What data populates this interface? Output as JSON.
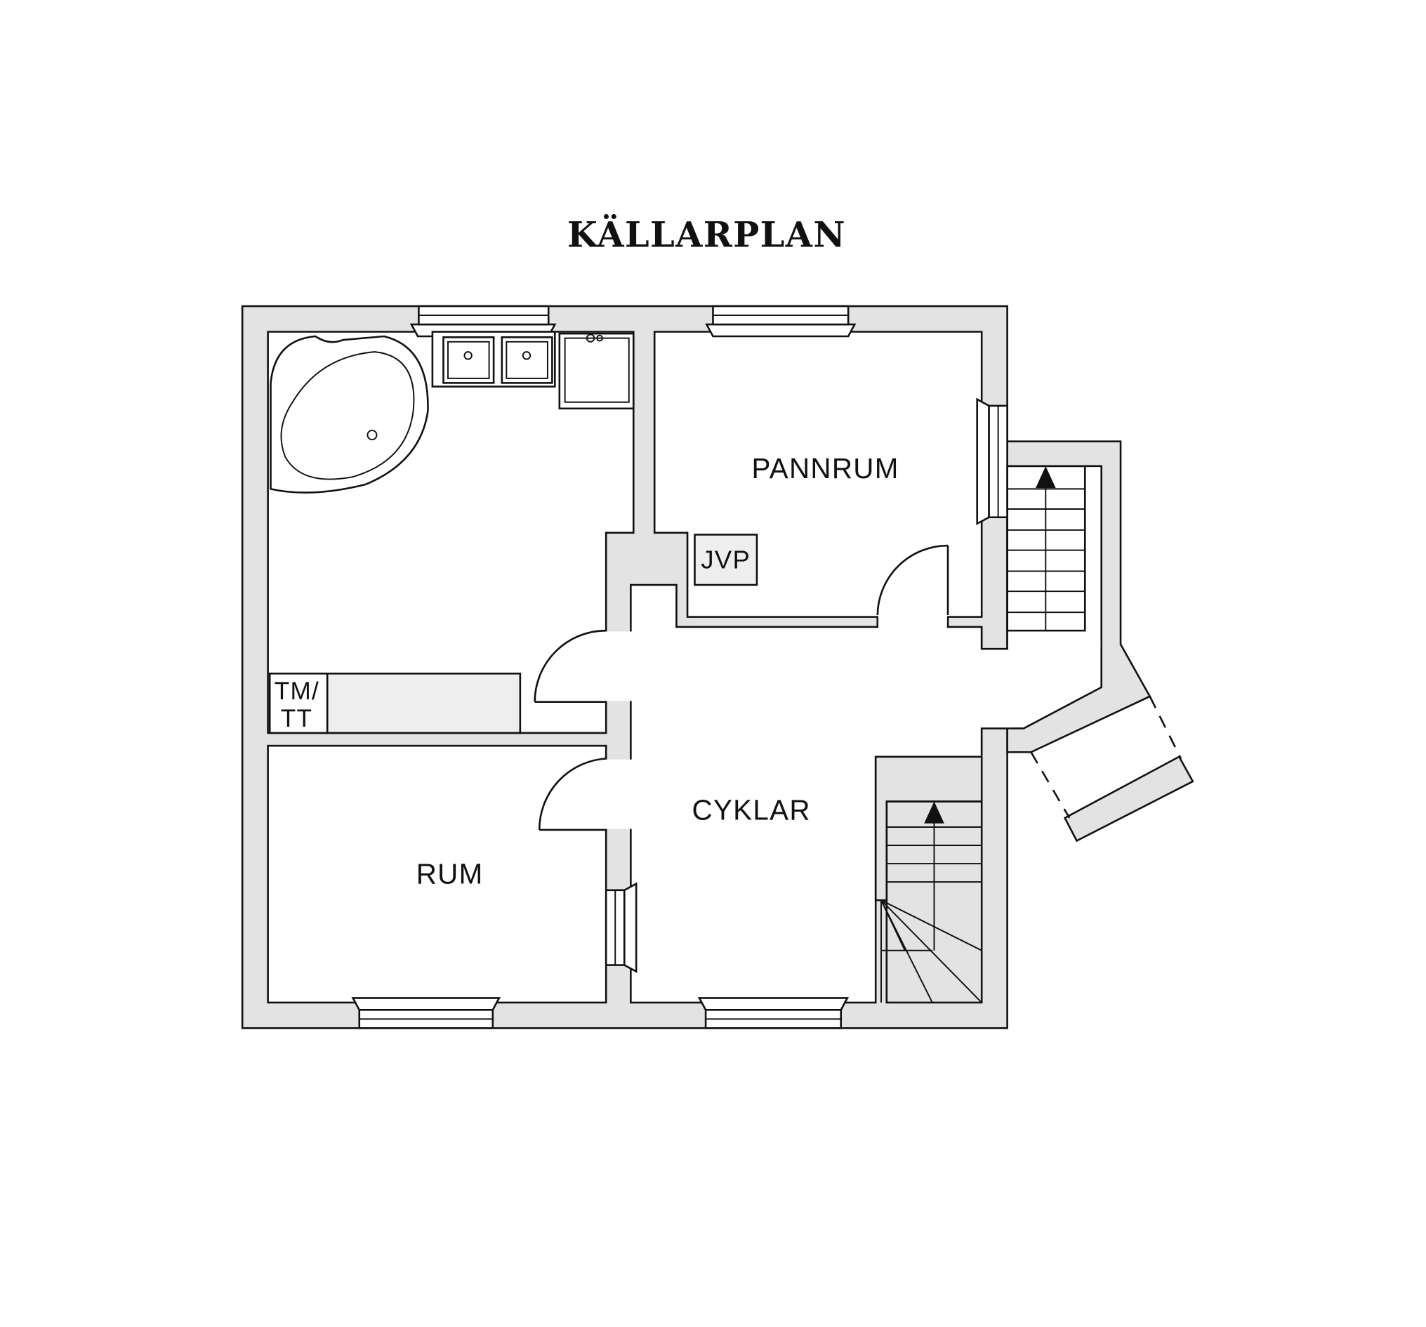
{
  "title": "KÄLLARPLAN",
  "rooms": {
    "pannrum": "PANNRUM",
    "cyklar": "CYKLAR",
    "rum": "RUM"
  },
  "fixtures": {
    "jvp": "JVP",
    "tm_line1": "TM/",
    "tm_line2": "TT"
  },
  "colors": {
    "wall": "#e3e3e3",
    "line": "#111111"
  }
}
